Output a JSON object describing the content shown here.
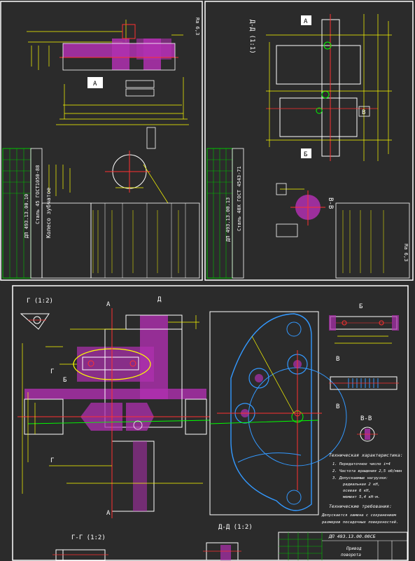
{
  "panels": {
    "p1": {
      "title_vertical": "Колесо зубчатое",
      "standard": "Сталь 45 ГОСТ1050-88",
      "doc_code": "ДП 493.13.00.10",
      "datum_a": "A",
      "roughness": "Ra 6,3"
    },
    "p2": {
      "section_label": "Д-Д (1:1)",
      "section_bb": "В-В",
      "datum_a": "А",
      "datum_b": "Б",
      "datum_v": "В",
      "standard": "Сталь 40Х ГОСТ 4543-71",
      "doc_code": "ДП 493.13.00.13",
      "roughness": "Ra 6,3"
    },
    "p3": {
      "view_g": "Г (1:2)",
      "cut_a_top": "А",
      "cut_a_bottom": "А",
      "cut_d": "Д",
      "mark_b": "Б",
      "mark_g": "Г",
      "mark_v": "В",
      "view_b_title": "Б",
      "view_v_title": "В",
      "section_vv": "В-В",
      "section_gg": "Г-Г (1:2)",
      "section_dd": "Д-Д (1:2)",
      "tech_char_title": "Техническая характеристика:",
      "tech_char_lines": [
        "1. Передаточное число i=4",
        "2. Частота вращения 2,5 об/мин",
        "3. Допускаемые нагрузки:",
        "радиальная 2 кН,",
        "осевая 6 кН,",
        "момент 5,4 кН·м."
      ],
      "tech_req_title": "Технические требования:",
      "tech_req_lines": [
        "Допускается замена с сохранением",
        "размеров посадочных поверхностей."
      ],
      "doc_code": "ДП 493.13.00.00СБ",
      "stamp_name": "Привод",
      "stamp_sub": "поворота"
    }
  }
}
